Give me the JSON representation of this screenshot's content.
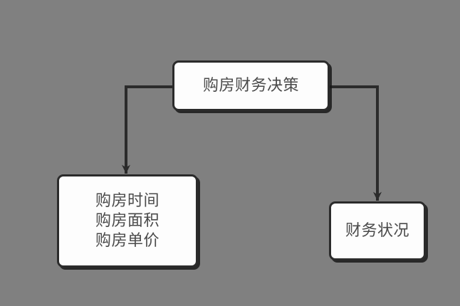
{
  "diagram": {
    "type": "flowchart",
    "background_color": "#808080",
    "node_fill_color": "#fdfdfd",
    "node_border_color": "#2b2b2b",
    "text_color": "#4a4a4a",
    "connector_color": "#2b2b2b",
    "nodes": [
      {
        "id": "root",
        "label": "购房财务决策",
        "role": "decision-root"
      },
      {
        "id": "purchase-params",
        "label": "购房时间\n购房面积\n购房单价",
        "lines": [
          "购房时间",
          "购房面积",
          "购房单价"
        ],
        "role": "input-factors"
      },
      {
        "id": "financial-status",
        "label": "财务状况",
        "role": "input-factors"
      }
    ],
    "edges": [
      {
        "id": "root-to-purchase-params",
        "from": "root",
        "to": "purchase-params",
        "style": "elbow-left",
        "arrowhead": "barbed",
        "label": ""
      },
      {
        "id": "root-to-financial-status",
        "from": "root",
        "to": "financial-status",
        "style": "elbow-right",
        "arrowhead": "barbed",
        "label": ""
      }
    ]
  }
}
